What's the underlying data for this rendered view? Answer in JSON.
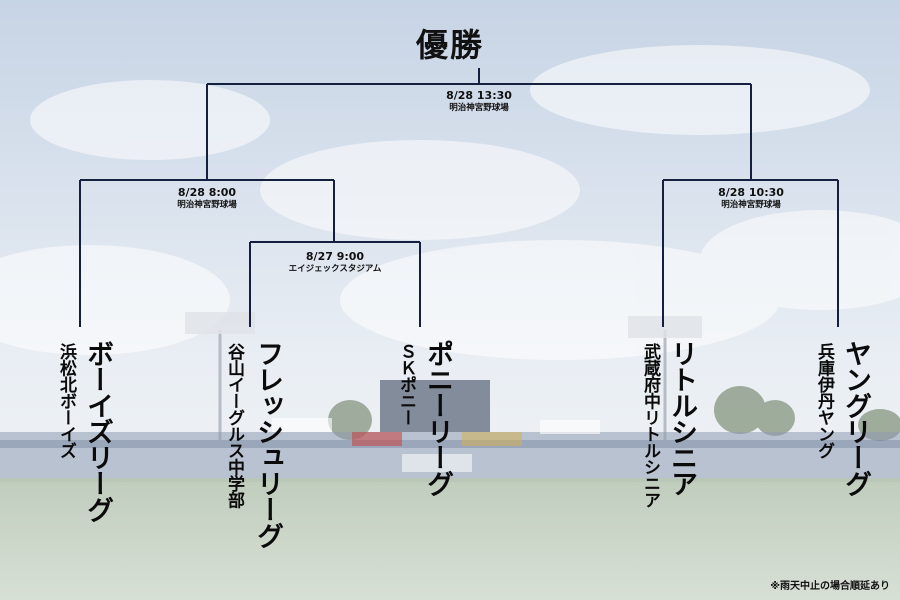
{
  "title": "優勝",
  "matches": {
    "final": {
      "datetime": "8/28 13:30",
      "venue": "明治神宮野球場"
    },
    "semi_left": {
      "datetime": "8/28 8:00",
      "venue": "明治神宮野球場"
    },
    "semi_right": {
      "datetime": "8/28 10:30",
      "venue": "明治神宮野球場"
    },
    "quarter": {
      "datetime": "8/27 9:00",
      "venue": "エイジェックスタジアム"
    }
  },
  "teams": [
    {
      "league": "ボーイズリーグ",
      "team": "浜松北ボーイズ"
    },
    {
      "league": "フレッシュリーグ",
      "team": "谷山イーグルス中学部"
    },
    {
      "league": "ポニーリーグ",
      "team": "ＳＫポニー"
    },
    {
      "league": "リトルシニア",
      "team": "武蔵府中リトルシニア"
    },
    {
      "league": "ヤングリーグ",
      "team": "兵庫伊丹ヤング"
    }
  ],
  "note": "※雨天中止の場合順延あり",
  "colors": {
    "bracket": "#14203d",
    "sky_top": "#c9d6e6",
    "sky_bottom": "#eef2f6",
    "grass": "#6f8f6a"
  }
}
